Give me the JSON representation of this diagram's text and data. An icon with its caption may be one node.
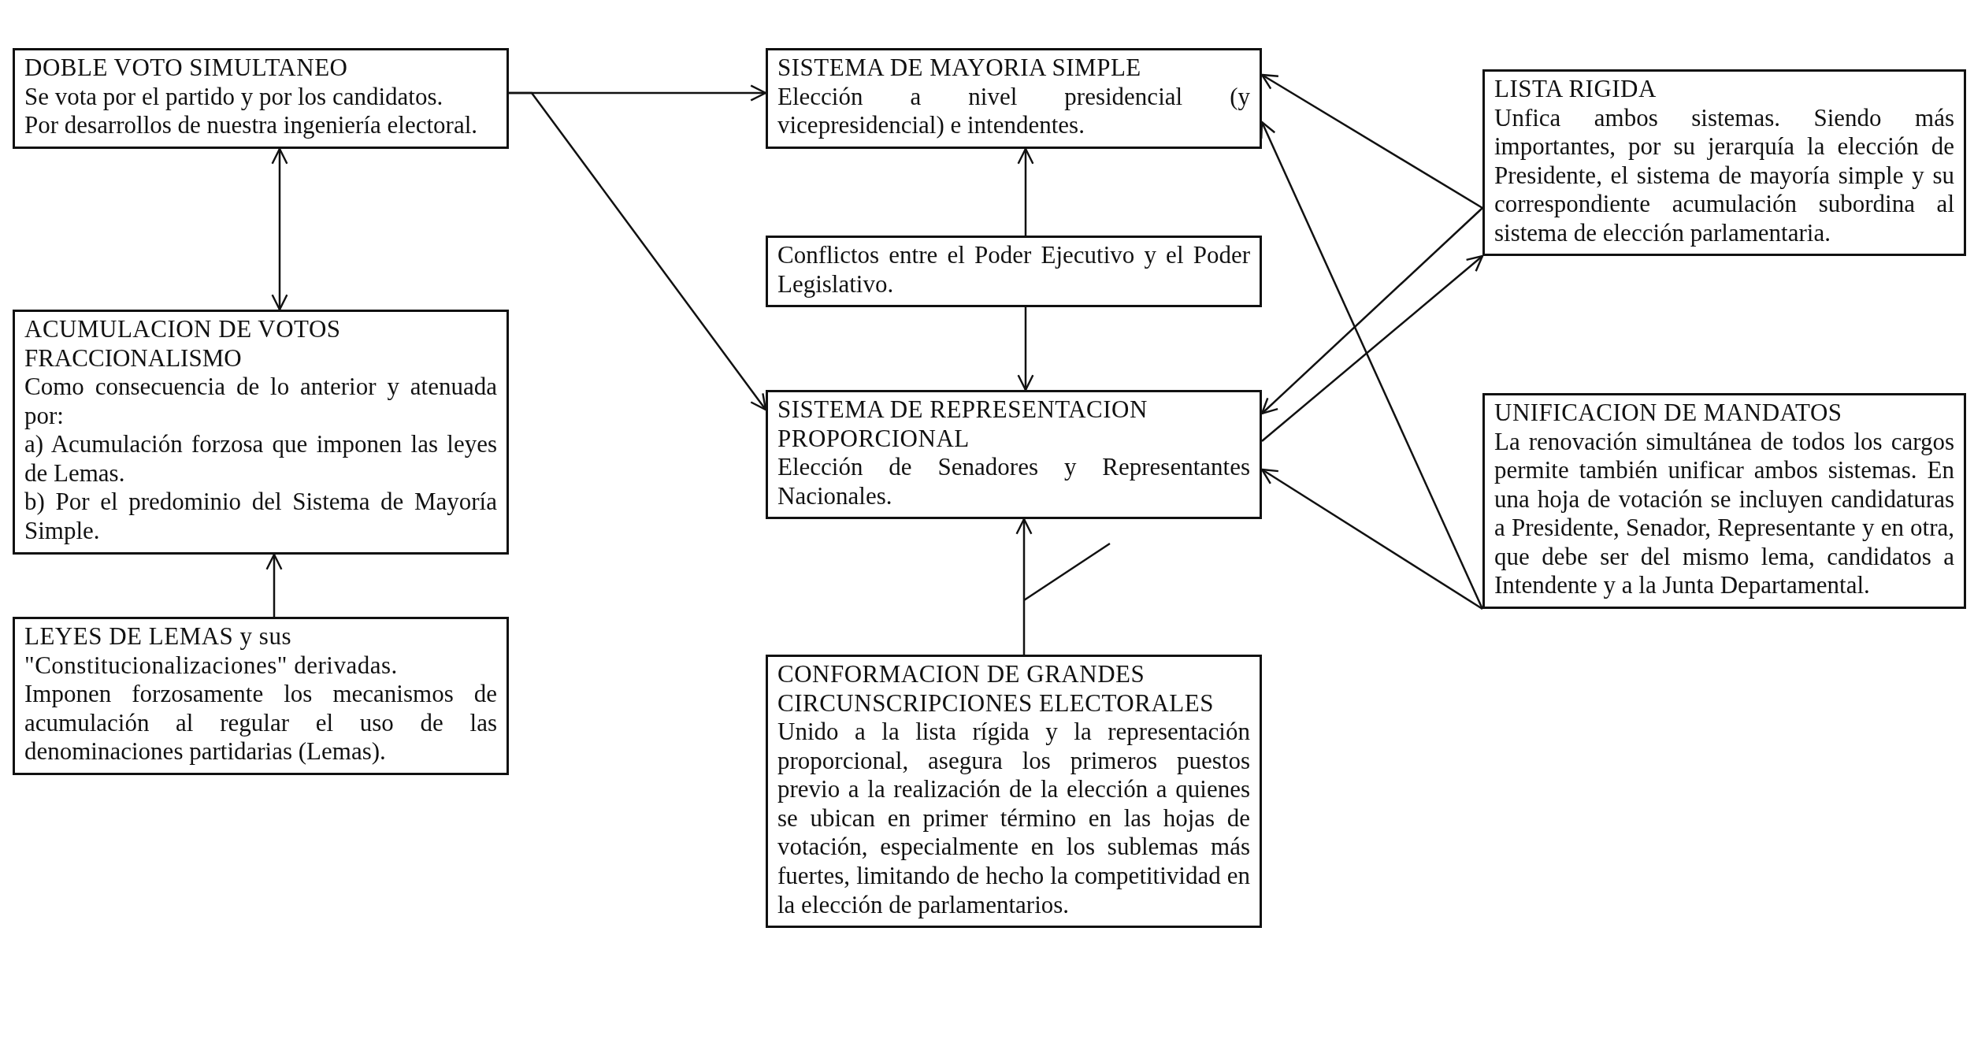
{
  "diagram": {
    "nodes": [
      {
        "text": [
          "DOBLE VOTO SIMULTANEO",
          "Se vota por el partido y por los candidatos.",
          "Por desarrollos de nuestra ingeniería electoral."
        ]
      },
      {
        "text": [
          "ACUMULACION DE VOTOS",
          "FRACCIONALISMO",
          "Como consecuencia de lo anterior y atenuada por:",
          "a) Acumulación forzosa que imponen las leyes de Lemas.",
          "b) Por el predominio del Sistema de Mayoría Simple."
        ]
      },
      {
        "text": [
          "LEYES DE LEMAS y sus \"Constitucionalizaciones\" derivadas.",
          "Imponen forzosamente los mecanismos de acumulación al regular el uso de las denominaciones partidarias (Lemas)."
        ]
      },
      {
        "text": [
          "SISTEMA DE MAYORIA SIMPLE",
          "Elección a nivel presidencial (y vicepresidencial) e intendentes."
        ]
      },
      {
        "text": [
          "Conflictos entre el Poder Ejecutivo y el Poder Legislativo."
        ]
      },
      {
        "text": [
          "SISTEMA DE REPRESENTACION PROPORCIONAL",
          "Elección de Senadores y Representantes Nacionales."
        ]
      },
      {
        "text": [
          "CONFORMACION DE GRANDES CIRCUNSCRIPCIONES ELECTORALES",
          "Unido a la lista rígida y la representación proporcional, asegura los primeros puestos previo a la realización de la elección a quienes se ubican en primer término en las hojas de votación, especialmente en los sublemas más fuertes, limitando de hecho la competitividad en la elección de parlamentarios."
        ]
      },
      {
        "text": [
          "LISTA RIGIDA",
          "Unfica ambos sistemas. Siendo más importantes, por su jerarquía la elección de Presidente, el sistema de mayoría simple y su correspondiente acumulación subordina al sistema de elección parlamentaria."
        ]
      },
      {
        "text": [
          "UNIFICACION DE MANDATOS",
          "La renovación simultánea de todos los cargos permite también unificar ambos sistemas. En una hoja de votación se incluyen candidaturas a Presidente, Senador, Representante y en otra, que debe ser del mismo lema, candidatos a Intendente y a la Junta Departamental."
        ]
      }
    ],
    "edges": [
      {
        "from": 0,
        "to": 3,
        "arrow": "to"
      },
      {
        "from": 0,
        "to": 5,
        "arrow": "to"
      },
      {
        "from": 0,
        "to": 1,
        "arrow": "both"
      },
      {
        "from": 2,
        "to": 1,
        "arrow": "to"
      },
      {
        "from": 4,
        "to": 3,
        "arrow": "to"
      },
      {
        "from": 4,
        "to": 5,
        "arrow": "to"
      },
      {
        "from": 6,
        "to": 5,
        "arrow": "to"
      },
      {
        "from": 7,
        "to": 3,
        "arrow": "to"
      },
      {
        "from": 7,
        "to": 5,
        "arrow": "to"
      },
      {
        "from": 5,
        "to": 7,
        "arrow": "to"
      },
      {
        "from": 8,
        "to": 3,
        "arrow": "to"
      },
      {
        "from": 8,
        "to": 5,
        "arrow": "to"
      }
    ]
  }
}
